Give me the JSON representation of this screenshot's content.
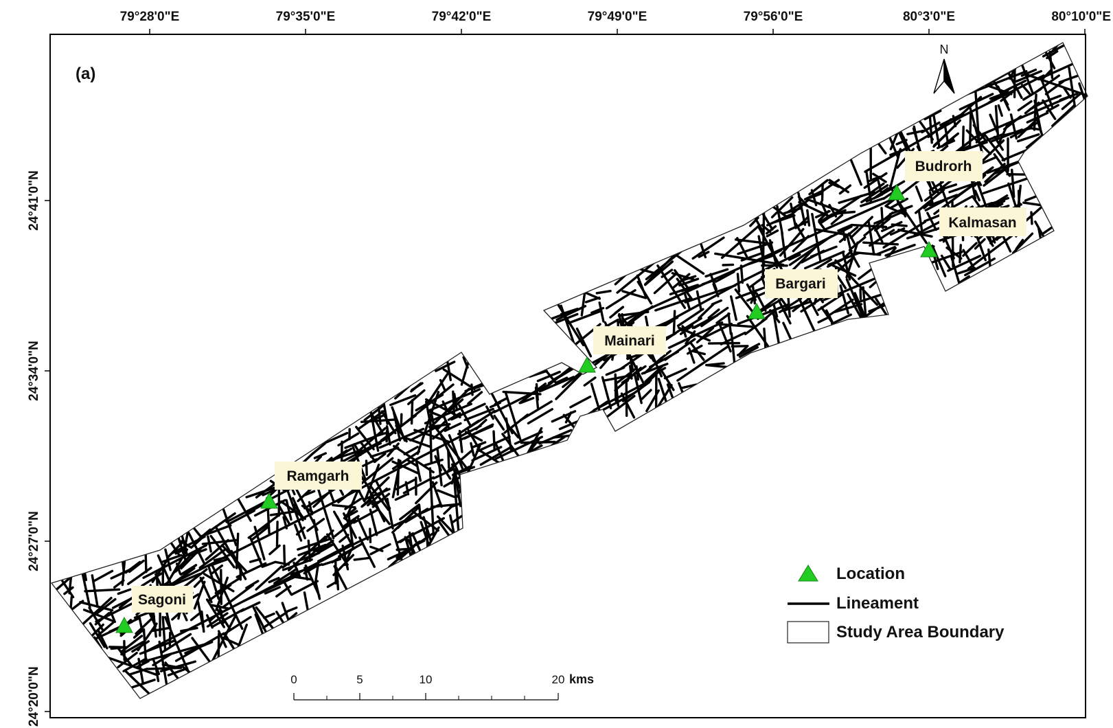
{
  "panel_label": "(a)",
  "north_arrow": {
    "label": "N"
  },
  "graticule": {
    "longitude_labels": [
      "79°28'0\"E",
      "79°35'0\"E",
      "79°42'0\"E",
      "79°49'0\"E",
      "79°56'0\"E",
      "80°3'0\"E",
      "80°10'0\"E"
    ],
    "latitude_labels": [
      "24°41'0\"N",
      "24°34'0\"N",
      "24°27'0\"N",
      "24°20'0\"N"
    ]
  },
  "places": [
    {
      "name": "Sagoni"
    },
    {
      "name": "Ramgarh"
    },
    {
      "name": "Mainari"
    },
    {
      "name": "Bargari"
    },
    {
      "name": "Budrorh"
    },
    {
      "name": "Kalmasan"
    }
  ],
  "legend": {
    "location": "Location",
    "lineament": "Lineament",
    "boundary": "Study Area Boundary"
  },
  "scale_bar": {
    "ticks": [
      "0",
      "5",
      "10",
      "20"
    ],
    "unit": "kms"
  },
  "colors": {
    "location_marker": "#22cc22",
    "label_background": "#fbf6d6",
    "lineament": "#000000",
    "boundary": "#222222",
    "frame": "#000000"
  },
  "icons": {
    "location": "green-triangle-icon",
    "north": "north-arrow-icon"
  }
}
